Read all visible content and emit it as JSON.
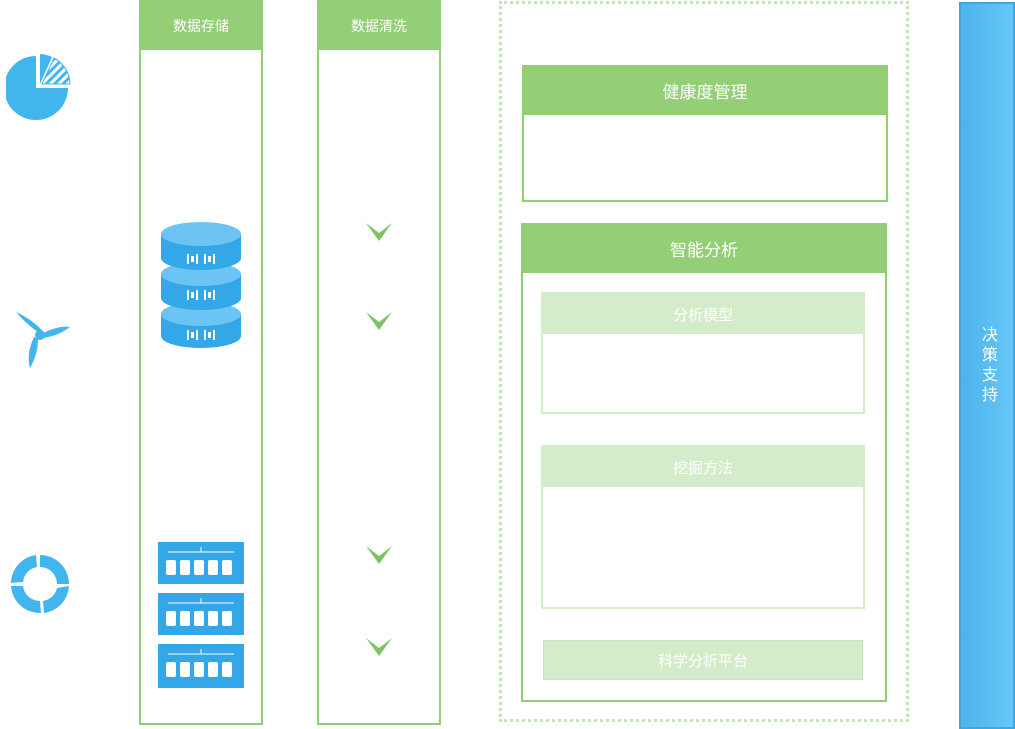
{
  "columns": {
    "storage": {
      "title": "数据存储"
    },
    "cleaning": {
      "title": "数据清洗"
    }
  },
  "panels": {
    "health": {
      "title": "健康度管理"
    },
    "analysis": {
      "title": "智能分析",
      "model": {
        "title": "分析模型"
      },
      "mining": {
        "title": "挖掘方法"
      },
      "platform": {
        "title": "科学分析平台"
      }
    }
  },
  "decision": {
    "label": "决策支持"
  },
  "icons": {
    "left": [
      "pie-chart-icon",
      "wind-turbine-icon",
      "ring-chart-icon"
    ],
    "storage": [
      "database-icon",
      "server-rack-icon"
    ],
    "cleaning": [
      "chevron-down-icon"
    ]
  },
  "colors": {
    "green_header": "#94cf78",
    "green_border": "#8fcf76",
    "light_green": "#d5ecca",
    "blue": "#33a7e8",
    "side_blue": "#5bbdf0"
  }
}
